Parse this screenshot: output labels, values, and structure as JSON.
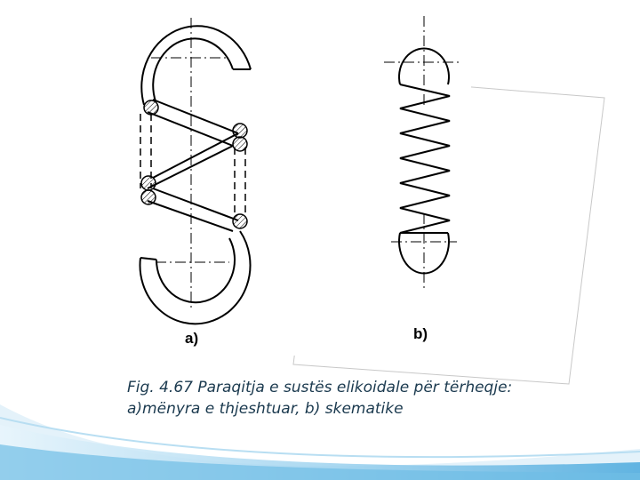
{
  "figure": {
    "label_a": "a)",
    "label_b": "b)",
    "caption": "Fig. 4.67 Paraqitja e sustës elikoidale për tërheqje: a)mënyra e thjeshtuar, b) skematike"
  },
  "colors": {
    "line": "#000000",
    "caption_text": "#1b3a4f",
    "wave_light": "#cfe8f6",
    "wave_mid": "#8ec9ea",
    "wave_dark": "#3aa0d8"
  },
  "icons": [
    "spring-simplified-drawing",
    "spring-schematic-drawing"
  ]
}
